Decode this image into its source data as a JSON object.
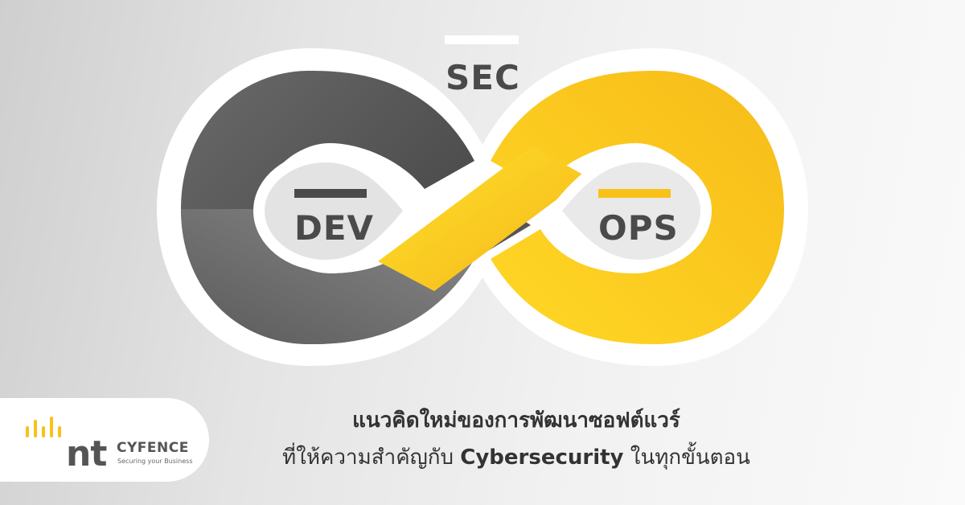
{
  "infinity_labels": {
    "sec": "SEC",
    "dev": "DEV",
    "ops": "OPS"
  },
  "colors": {
    "gray_dark": "#4a4a4a",
    "gray_mid": "#7a7a7a",
    "yellow": "#f8c21a",
    "yellow_light": "#ffe02a",
    "text": "#333333"
  },
  "logo": {
    "mark": "nt",
    "brand": "CYFENCE",
    "tagline": "Securing your Business"
  },
  "caption": {
    "line1": "แนวคิดใหม่ของการพัฒนาซอฟต์แวร์",
    "line2_prefix": "ที่ให้ความสำคัญกับ ",
    "line2_emphasis": "Cybersecurity",
    "line2_suffix": " ในทุกขั้นตอน"
  }
}
